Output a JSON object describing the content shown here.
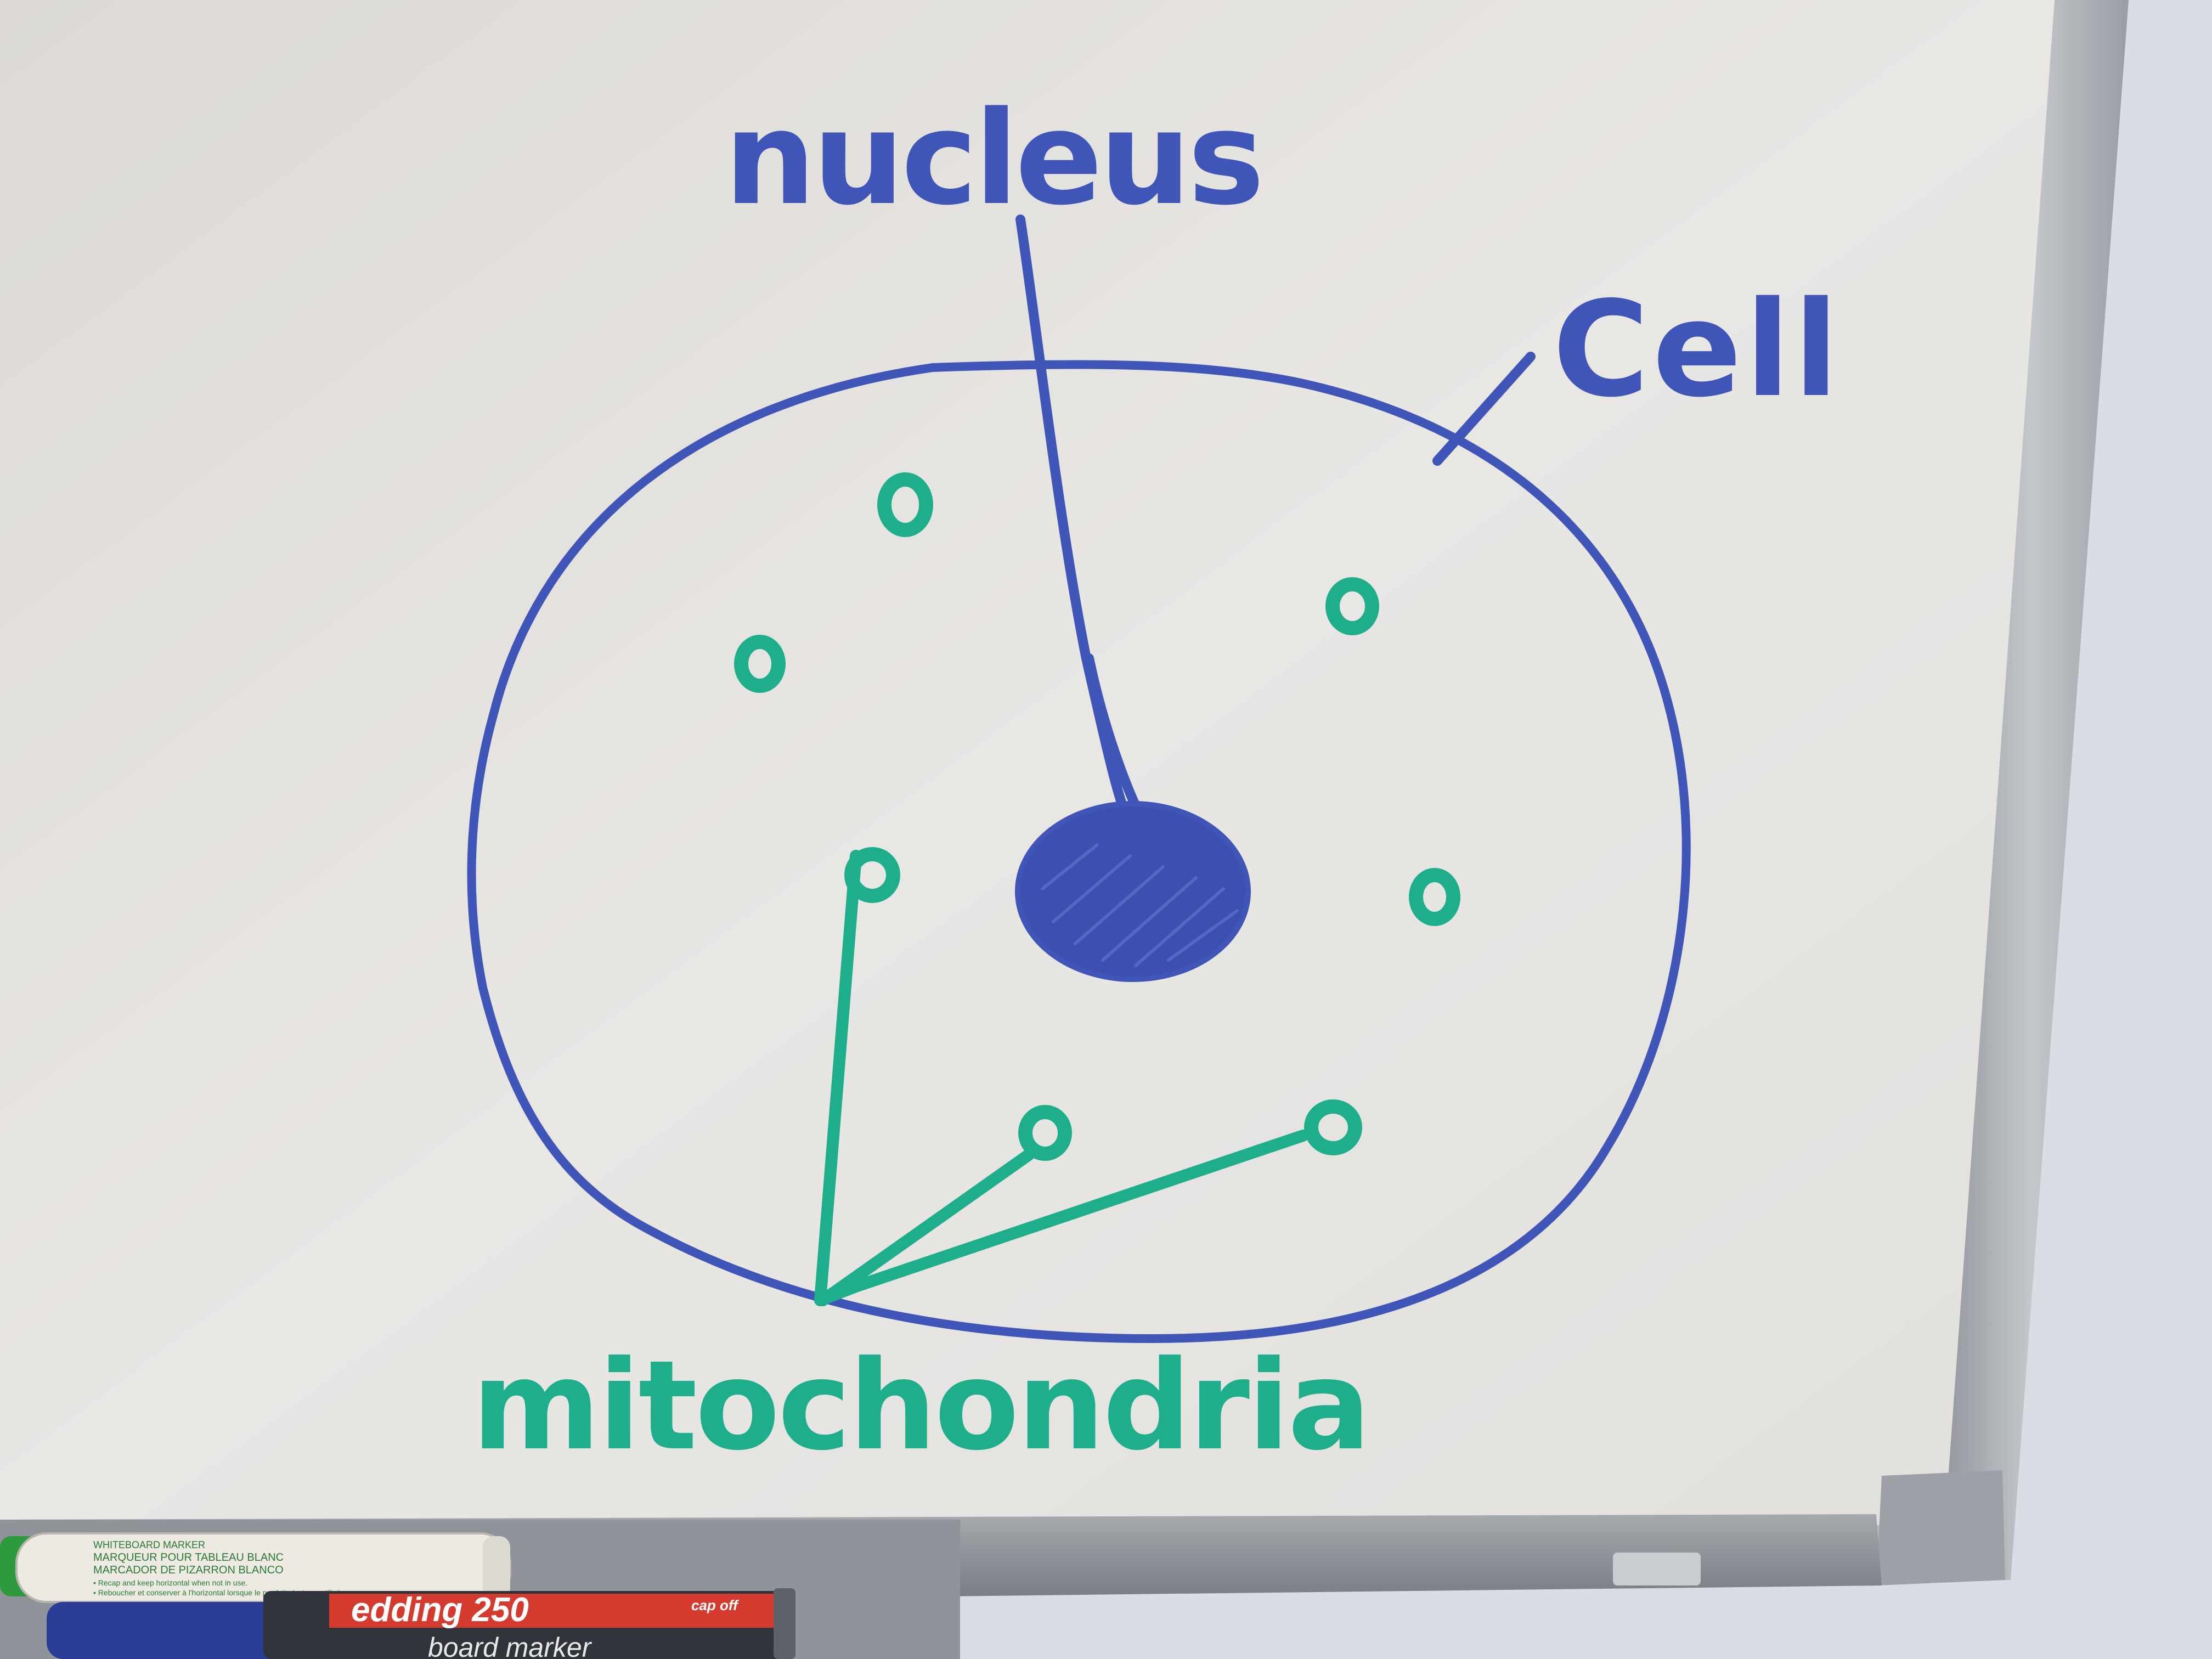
{
  "drawing": {
    "labels": {
      "nucleus": "nucleus",
      "cell": "Cell",
      "mitochondria": "mitochondria"
    },
    "mitochondria_count": 7,
    "colors": {
      "blue_ink": "#3f56b8",
      "teal_ink": "#1fae8c",
      "board": "#e6e4e1",
      "frame": "#a9adb3",
      "wall": "#dadde3"
    }
  },
  "markers": {
    "green_marker": {
      "line1": "WHITEBOARD MARKER",
      "line2": "MARQUEUR POUR TABLEAU BLANC",
      "line3": "MARCADOR DE PIZARRON BLANCO",
      "line4": "• Recap and keep horizontal when not in use.",
      "line5": "• Reboucher et conserver à l'horizontal lorsque le produit n'est pas utilisé."
    },
    "blue_marker": {
      "brand": "edding 250",
      "cap_off": "cap off",
      "subtitle": "board marker"
    }
  }
}
